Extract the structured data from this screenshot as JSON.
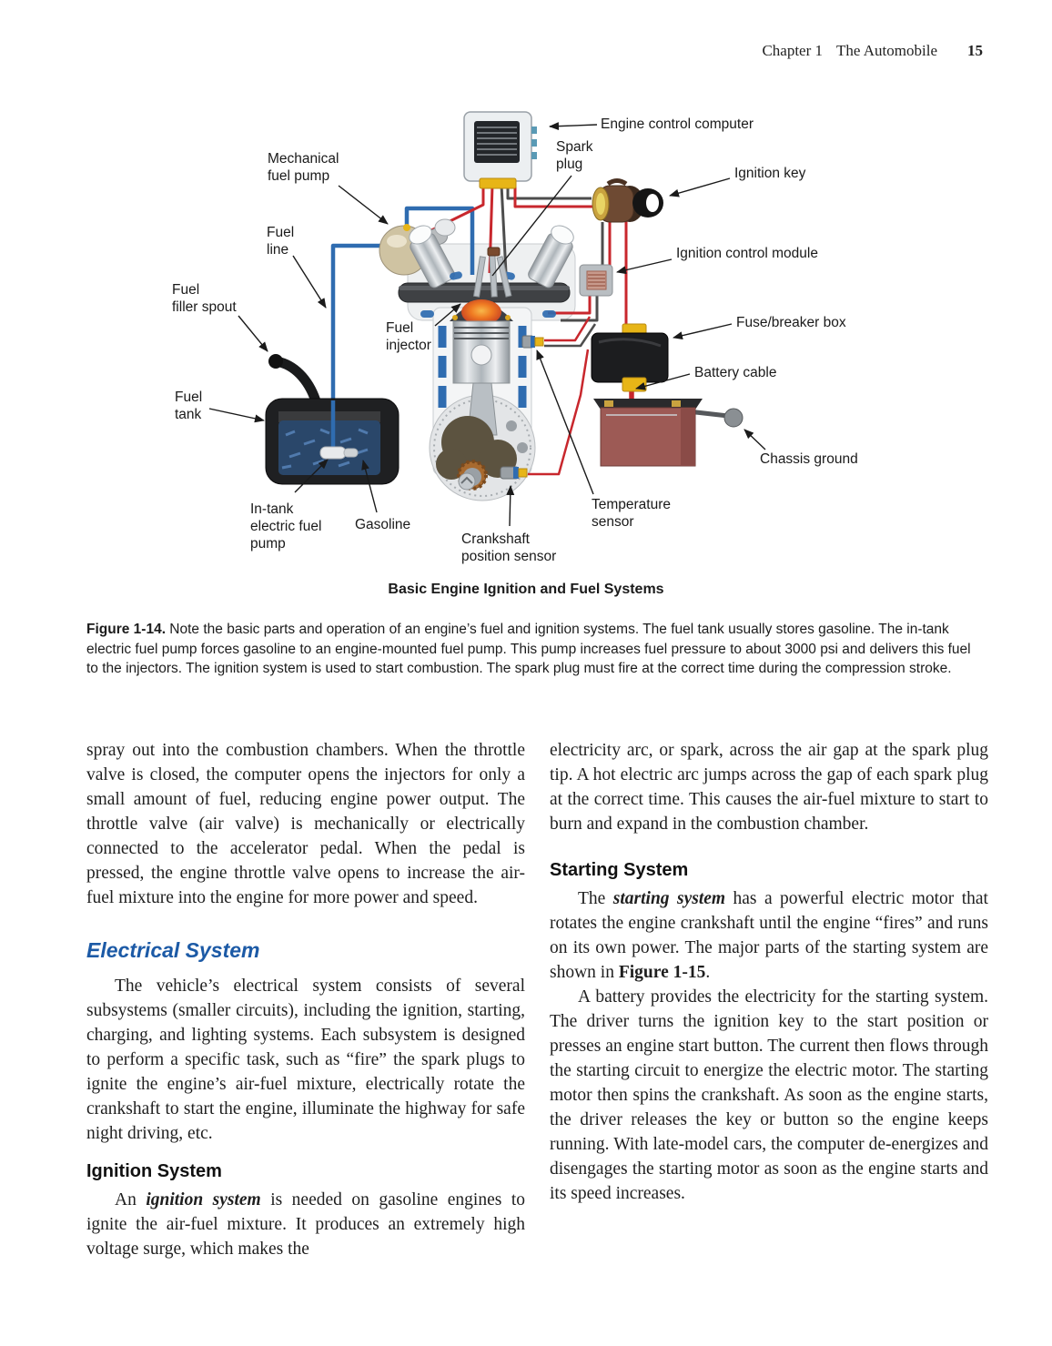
{
  "header": {
    "chapter": "Chapter 1",
    "book": "The Automobile",
    "page_number": "15"
  },
  "figure": {
    "labels": {
      "engine_control_computer": "Engine control computer",
      "spark_plug": "Spark\nplug",
      "mechanical_fuel_pump": "Mechanical\nfuel pump",
      "ignition_key": "Ignition key",
      "fuel_line": "Fuel\nline",
      "ignition_control_module": "Ignition control module",
      "fuel_filler_spout": "Fuel\nfiller spout",
      "fuse_breaker_box": "Fuse/breaker box",
      "fuel_injector": "Fuel\ninjector",
      "battery_cable": "Battery cable",
      "fuel_tank": "Fuel\ntank",
      "chassis_ground": "Chassis ground",
      "in_tank_electric_fuel_pump": "In-tank\nelectric fuel\npump",
      "gasoline": "Gasoline",
      "crankshaft_position_sensor": "Crankshaft\nposition sensor",
      "temperature_sensor": "Temperature\nsensor"
    },
    "caption_title": "Basic Engine Ignition and Fuel Systems",
    "fig_label": "Figure 1-14.",
    "fig_text": " Note the basic parts and operation of an engine’s fuel and ignition systems. The fuel tank usually stores gasoline. The in-tank electric fuel pump forces gasoline to an engine-mounted fuel pump. This pump increases fuel pressure to about 3000 psi and delivers this fuel to the injectors. The ignition system is used to start combustion. The spark plug must fire at the correct time during the compression stroke."
  },
  "body": {
    "left": {
      "para1": "spray out into the combustion chambers. When the throttle valve is closed, the computer opens the injectors for only a small amount of fuel, reducing engine power output. The throttle valve (air valve) is mechanically or electrically connected to the accelerator pedal. When the pedal is pressed, the engine throttle valve opens to increase the air-fuel mixture into the engine for more power and speed.",
      "heading1": "Electrical System",
      "para2": "The vehicle’s electrical system consists of several subsystems (smaller circuits), including the ignition, starting, charging, and lighting systems. Each subsystem is designed to perform a specific task, such as “fire” the spark plugs to ignite the engine’s air-fuel mixture, electrically rotate the crankshaft to start the engine, illuminate the highway for safe night driving, etc.",
      "heading2": "Ignition System",
      "para3_pre": "An ",
      "para3_term": "ignition system",
      "para3_post": " is needed on gasoline engines to ignite the air-fuel mixture. It produces an extremely high voltage surge, which makes the"
    },
    "right": {
      "para1": "electricity arc, or spark, across the air gap at the spark plug tip. A hot electric arc jumps across the gap of each spark plug at the correct time. This causes the air-fuel mixture to start to burn and expand in the combustion chamber.",
      "heading1": "Starting System",
      "para2_pre": "The ",
      "para2_term": "starting system",
      "para2_mid": " has a powerful electric motor that rotates the engine crankshaft until the engine “fires” and runs on its own power. The major parts of the starting system are shown in ",
      "para2_figref": "Figure 1-15",
      "para2_post": ".",
      "para3": "A battery provides the electricity for the starting system. The driver turns the ignition key to the start position or presses an engine start button. The current then flows through the starting circuit to energize the electric motor. The starting motor then spins the crankshaft. As soon as the engine starts, the driver releases the key or button so the engine keeps running. With late-model cars, the computer de-energizes and disengages the starting motor as soon as the engine starts and its speed increases."
    }
  },
  "colors": {
    "heading_blue": "#1c5aa6",
    "wire_red": "#c8272d",
    "wire_dark": "#4d4d4d",
    "fuel_line_blue": "#2f6cb0",
    "connector_yellow": "#e7b517",
    "battery_body": "#9d5a55"
  }
}
